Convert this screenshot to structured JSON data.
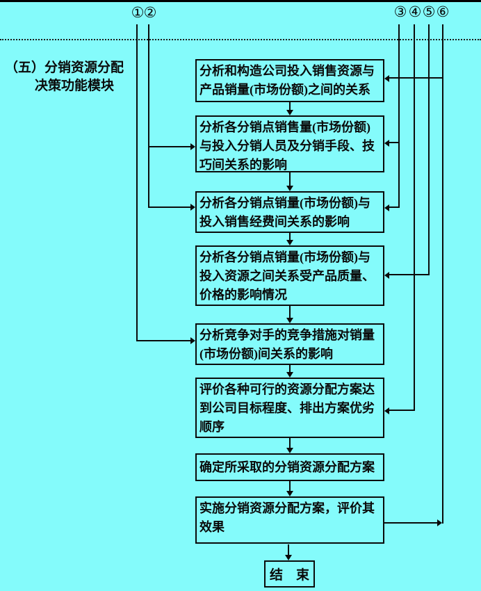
{
  "diagram": {
    "section_title": {
      "line1": "（五）分销资源分配",
      "line2": "决策功能模块"
    },
    "top_connectors_left": [
      "①",
      "②"
    ],
    "top_connectors_right": [
      "③",
      "④",
      "⑤",
      "⑥"
    ],
    "boxes": [
      {
        "id": 1,
        "lines": [
          "分析和构造公司投入销售资源与",
          "产品销量(市场份额)之间的关系"
        ]
      },
      {
        "id": 2,
        "lines": [
          "分析各分销点销售量(市场份额)",
          "与投入分销人员及分销手段、技",
          "巧间关系的影响"
        ]
      },
      {
        "id": 3,
        "lines": [
          "分析各分销点销量(市场份额)与",
          "投入销售经费间关系的影响"
        ]
      },
      {
        "id": 4,
        "lines": [
          "分析各分销点销量(市场份额)与",
          "投入资源之间关系受产品质量、",
          "价格的影响情况"
        ]
      },
      {
        "id": 5,
        "lines": [
          "分析竞争对手的竞争措施对销量",
          "(市场份额)间关系的影响"
        ]
      },
      {
        "id": 6,
        "lines": [
          "评价各种可行的资源分配方案达",
          "到公司目标程度、排出方案优劣",
          "顺序"
        ]
      },
      {
        "id": 7,
        "lines": [
          "确定所采取的分销资源分配方案"
        ]
      },
      {
        "id": 8,
        "lines": [
          "实施分销资源分配方案，评价其",
          "效果"
        ]
      }
    ],
    "end_box_label": "结　束",
    "colors": {
      "background": "#84fbfb",
      "line": "#0a0a0a",
      "text": "#0a0a0a"
    }
  }
}
